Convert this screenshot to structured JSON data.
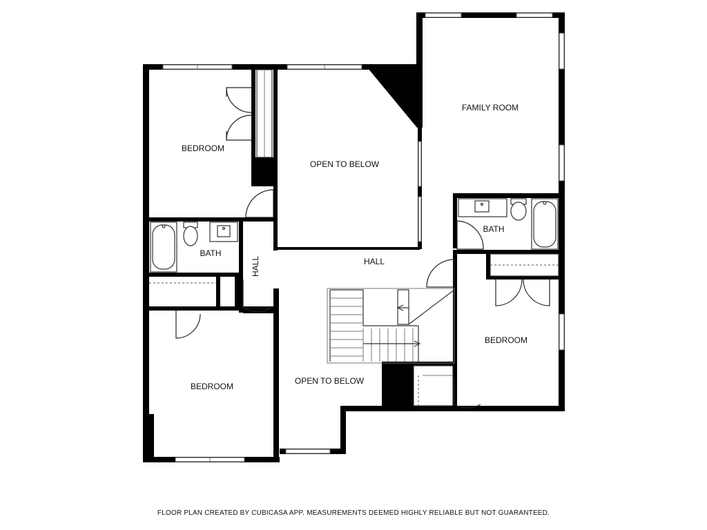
{
  "rooms": {
    "bedroom_top_left": "BEDROOM",
    "open_to_below_top": "OPEN TO BELOW",
    "family_room": "FAMILY ROOM",
    "bath_left": "BATH",
    "hall_vertical": "HALL",
    "hall_main": "HALL",
    "bath_right": "BATH",
    "bedroom_right": "BEDROOM",
    "bedroom_bottom_left": "BEDROOM",
    "open_to_below_bottom": "OPEN TO BELOW"
  },
  "footer": {
    "disclaimer": "FLOOR PLAN CREATED BY CUBICASA APP. MEASUREMENTS DEEMED HIGHLY RELIABLE BUT NOT GUARANTEED."
  }
}
